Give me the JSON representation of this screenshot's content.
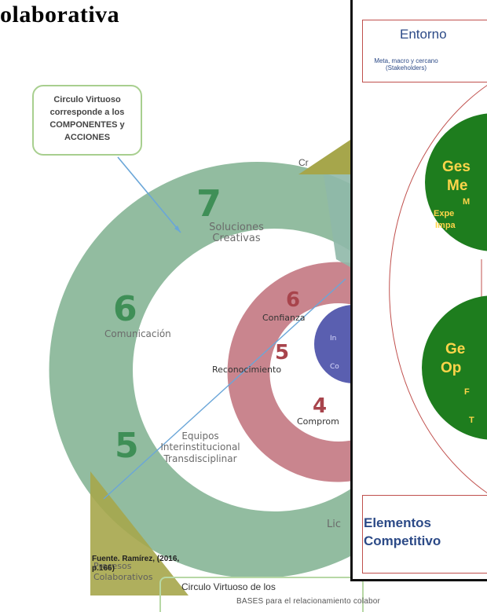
{
  "page_title": "olaborativa",
  "callout": {
    "lines": [
      "Circulo Virtuoso",
      "corresponde a los",
      "COMPONENTES y",
      "ACCIONES"
    ]
  },
  "diagram": {
    "top_triangle_label": "Cr",
    "outer_ring": [
      {
        "number": "7",
        "label": "Soluciones\nCreativas"
      },
      {
        "number": "6",
        "label": "Comunicación"
      },
      {
        "number": "5",
        "label": "Equipos\nInterinstitucional\nTransdisciplinar"
      },
      {
        "number": "",
        "label": "Lic"
      }
    ],
    "inner_ring": [
      {
        "number": "6",
        "label": "Confianza"
      },
      {
        "number": "5",
        "label": "Reconocimiento"
      },
      {
        "number": "4",
        "label": "Comprom"
      }
    ],
    "center_fragments": [
      "In",
      "Co"
    ],
    "triangle_label": "Procesos\nColaborativos"
  },
  "source": "Fuente. Ramírez, (2016, p.166)",
  "bottom_box_text": "Circulo Virtuoso de los",
  "bases_text": "BASES para el relacionamiento colabor",
  "right_panel": {
    "entorno_title": "Entorno",
    "entorno_sub": "Meta, macro y cercano\n(Stakeholders)",
    "green_top": {
      "title_lines": [
        "Ges",
        "Me"
      ],
      "detail_lines": [
        "M",
        "Expe",
        "Impa"
      ]
    },
    "green_bottom": {
      "title_lines": [
        "Ge",
        "Op"
      ],
      "detail_lines": [
        "F",
        "T"
      ]
    },
    "elementos_lines": [
      "Elementos",
      "Competitivo"
    ]
  },
  "colors": {
    "outer_ring": "#7fb08f",
    "inner_ring": "#c0707a",
    "center": "#5a5fb0",
    "number_green": "#3f8f57",
    "number_red": "#a8444c",
    "triangle": "#a6a64b",
    "right_border_red": "#c0504d",
    "right_text_blue": "#2c4a87",
    "green_circle": "#1e7d1e"
  }
}
